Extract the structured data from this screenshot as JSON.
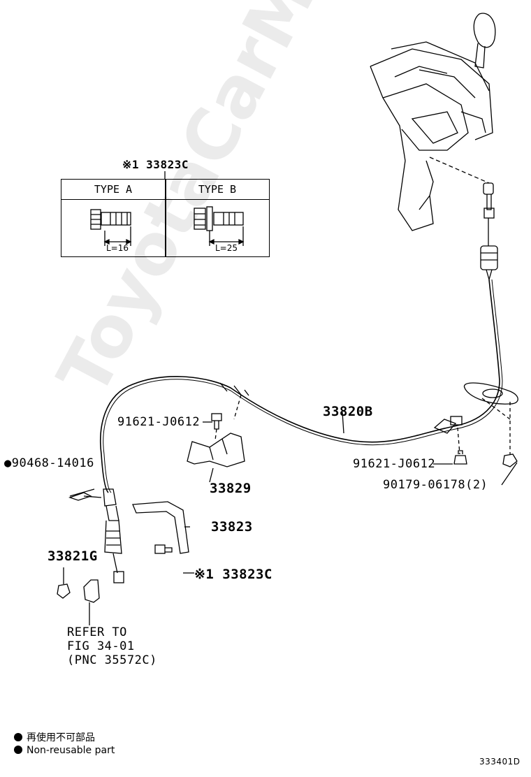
{
  "watermark": "ToyotaCarMine.ru",
  "table": {
    "title": "※1 33823C",
    "col_a": "TYPE  A",
    "col_b": "TYPE  B",
    "dim_a": "L=16",
    "dim_b": "L=25"
  },
  "labels": {
    "p91621_top": "91621-J0612",
    "p33820b": "33820B",
    "p90468": "●90468-14016",
    "p33829": "33829",
    "p91621_right": "91621-J0612",
    "p90179": "90179-06178(2)",
    "p33823": "33823",
    "p33821g": "33821G",
    "p33823c": "※1 33823C",
    "refer1": "REFER TO",
    "refer2": "FIG 34-01",
    "refer3": "(PNC 35572C)"
  },
  "legend": {
    "jp": "再使用不可部品",
    "en": "Non-reusable part"
  },
  "figure_code": "333401D"
}
